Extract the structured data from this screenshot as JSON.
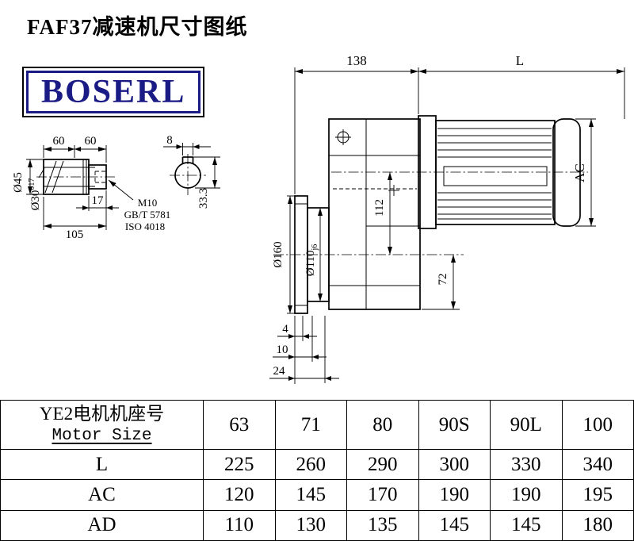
{
  "title": "FAF37减速机尺寸图纸",
  "logo": {
    "text": "BOSERL"
  },
  "drawing": {
    "dim_138": "138",
    "dim_L": "L",
    "dim_AC": "AC",
    "dim_112": "112",
    "dim_72": "72",
    "dim_160": "Ø160",
    "dim_110": "Ø110",
    "fit_j6": "j6",
    "dim_4": "4",
    "dim_10": "10",
    "dim_24": "24",
    "shaft_60a": "60",
    "shaft_60b": "60",
    "dim_17": "17",
    "dim_105": "105",
    "dim_45": "Ø45",
    "dim_30": "Ø30",
    "tol_30": "017",
    "thread": "M10",
    "std_gb": "GB/T 5781",
    "std_iso": "ISO 4018",
    "key_width": "8",
    "key_depth": "33.3"
  },
  "table": {
    "header": {
      "motor_cn": "YE2电机机座号",
      "motor_en": "Motor Size",
      "sizes": [
        "63",
        "71",
        "80",
        "90S",
        "90L",
        "100"
      ]
    },
    "rows": [
      {
        "label": "L",
        "values": [
          "225",
          "260",
          "290",
          "300",
          "330",
          "340"
        ]
      },
      {
        "label": "AC",
        "values": [
          "120",
          "145",
          "170",
          "190",
          "190",
          "195"
        ]
      },
      {
        "label": "AD",
        "values": [
          "110",
          "130",
          "135",
          "145",
          "145",
          "180"
        ]
      }
    ]
  }
}
